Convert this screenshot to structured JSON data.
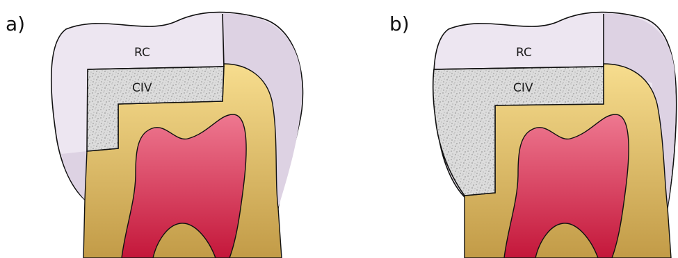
{
  "panels": [
    {
      "label": "a)",
      "regions": {
        "top": "RC",
        "liner": "CIV"
      }
    },
    {
      "label": "b)",
      "regions": {
        "top": "RC",
        "liner": "CIV"
      }
    }
  ],
  "colors": {
    "enamel": "#efe8f3",
    "enamel_shade": "#ddd3e4",
    "dentin_light": "#f2d585",
    "dentin_dark": "#c8a04c",
    "pulp_light": "#e96a86",
    "pulp_dark": "#c81a3c",
    "civ_base": "#d9d9d9",
    "outline": "#111111"
  }
}
